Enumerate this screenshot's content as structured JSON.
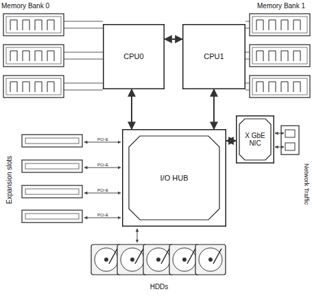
{
  "diagram": {
    "nodes": [
      {
        "text": [
          "CPU0"
        ]
      },
      {
        "text": [
          "CPU1"
        ]
      },
      {
        "text": [
          "I/O HUB"
        ]
      },
      {
        "text": [
          "X GbE NIC"
        ]
      }
    ],
    "edges": [
      {
        "from": 0,
        "to": 1,
        "arrow": "both"
      },
      {
        "from": 0,
        "to": 2,
        "arrow": "both"
      },
      {
        "from": 1,
        "to": 2,
        "arrow": "both"
      },
      {
        "from": 2,
        "to": 3,
        "arrow": "both"
      }
    ],
    "labels": [
      "Memory Bank 0",
      "Memory Bank 1",
      "Expansion slots",
      "PCI-E",
      "PCI-E",
      "PCI-E",
      "PCI-E",
      "HDDs",
      "Network Traffic"
    ]
  }
}
